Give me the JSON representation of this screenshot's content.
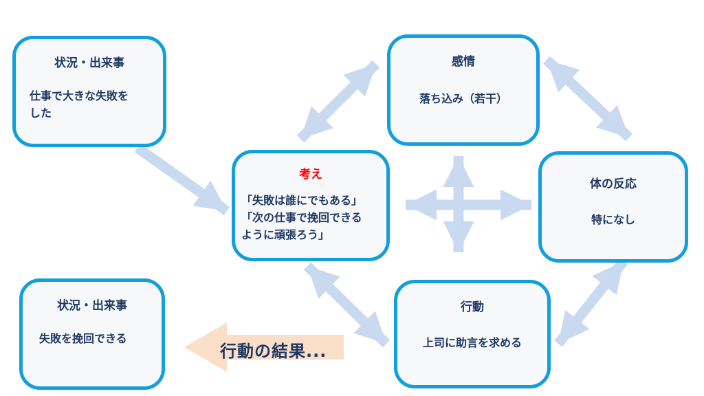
{
  "diagram": {
    "title": "cognitive-model-cycle",
    "boxes": {
      "situation_top": {
        "title": "状況・出来事",
        "body": "仕事で大きな失敗を\nした"
      },
      "emotion": {
        "title": "感情",
        "body": "落ち込み（若干）"
      },
      "thought": {
        "title": "考え",
        "body": "「失敗は誰にでもある」\n「次の仕事で挽回できる\nように頑張ろう」"
      },
      "body_reaction": {
        "title": "体の反応",
        "body": "特になし"
      },
      "behavior": {
        "title": "行動",
        "body": "上司に助言を求める"
      },
      "situation_bottom": {
        "title": "状況・出来事",
        "body": "失敗を挽回できる"
      }
    },
    "labels": {
      "action_result": "行動の結果..."
    },
    "colors": {
      "box_border": "#149edb",
      "box_fill": "#f7f8f9",
      "text": "#1f3864",
      "thought_title": "#ff0000",
      "connector_arrow": "#c9daf0",
      "result_arrow": "#fadfc8"
    }
  }
}
